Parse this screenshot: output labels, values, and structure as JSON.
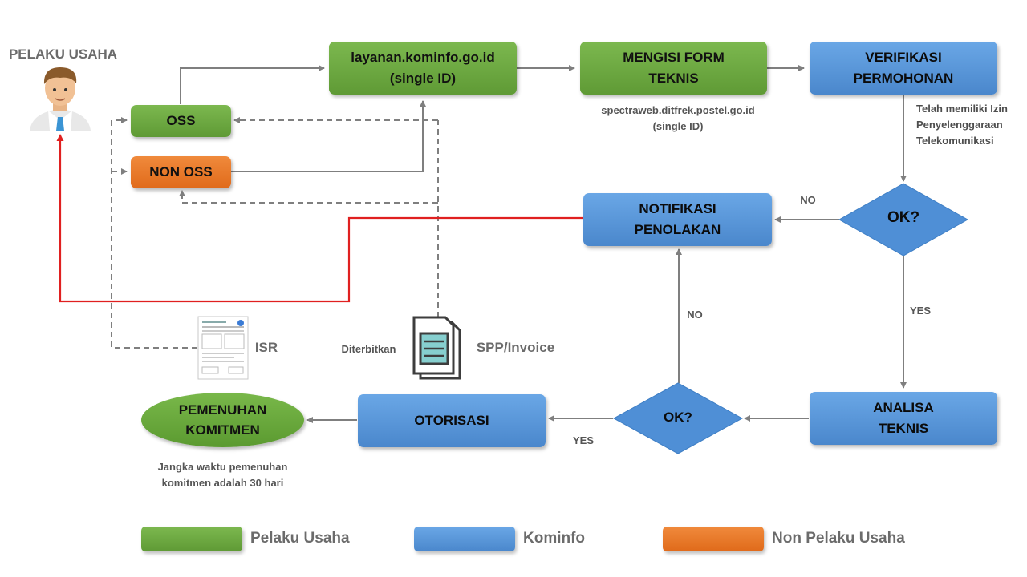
{
  "actor": {
    "label": "PELAKU USAHA",
    "icon": "businessman-icon"
  },
  "nodes": {
    "layanan": "layanan.kominfo.go.id\n(single ID)",
    "mengisi": "MENGISI FORM\nTEKNIS",
    "verifikasi": "VERIFIKASI\nPERMOHONAN",
    "oss": "OSS",
    "non_oss": "NON OSS",
    "notifikasi": "NOTIFIKASI\nPENOLAKAN",
    "ok1": "OK?",
    "ok2": "OK?",
    "analisa": "ANALISA\nTEKNIS",
    "otorisasi": "OTORISASI",
    "pemenuhan": "PEMENUHAN\nKOMITMEN"
  },
  "notes": {
    "spectraweb": "spectraweb.ditfrek.postel.go.id\n(single ID)",
    "telah": "Telah memiliki Izin\nPenyelenggaraan\nTelekomunikasi",
    "jangka": "Jangka waktu pemenuhan\nkomitmen adalah 30 hari"
  },
  "edge_labels": {
    "no1": "NO",
    "no2": "NO",
    "yes1": "YES",
    "yes2": "YES"
  },
  "documents": {
    "isr": "ISR",
    "diterbitkan": "Diterbitkan",
    "spp": "SPP/Invoice",
    "isr_icon": "certificate-document-icon",
    "spp_icon": "invoice-document-icon"
  },
  "legend": [
    {
      "label": "Pelaku Usaha",
      "color": "#70ad47"
    },
    {
      "label": "Kominfo",
      "color": "#5b9bd5"
    },
    {
      "label": "Non Pelaku Usaha",
      "color": "#ed7d31"
    }
  ],
  "colors": {
    "red_line": "#e02020",
    "gray_line": "#7f7f7f"
  }
}
